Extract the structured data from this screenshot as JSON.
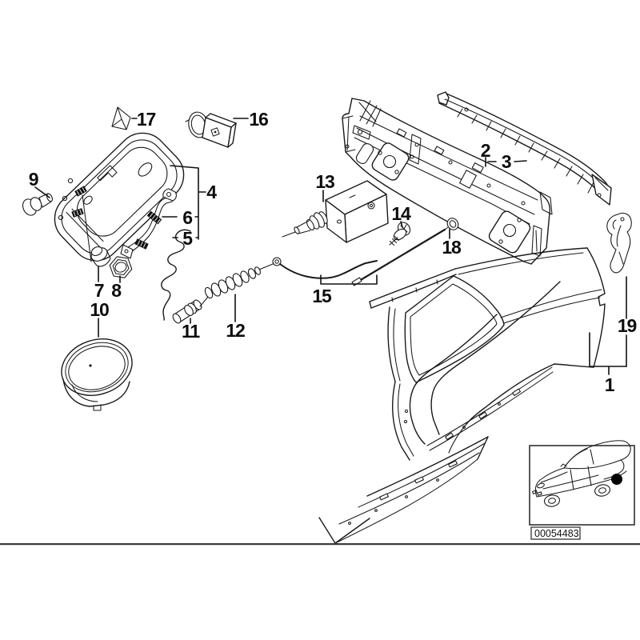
{
  "diagram": {
    "code": "00054483",
    "colors": {
      "line": "#1a1a1a",
      "background": "#ffffff",
      "divider": "#3a3a3a",
      "location_marker": "#000000"
    },
    "callouts": [
      {
        "num": "1"
      },
      {
        "num": "2"
      },
      {
        "num": "3"
      },
      {
        "num": "4"
      },
      {
        "num": "5"
      },
      {
        "num": "6"
      },
      {
        "num": "7"
      },
      {
        "num": "8"
      },
      {
        "num": "9"
      },
      {
        "num": "10"
      },
      {
        "num": "11"
      },
      {
        "num": "12"
      },
      {
        "num": "13"
      },
      {
        "num": "14"
      },
      {
        "num": "15"
      },
      {
        "num": "16"
      },
      {
        "num": "17"
      },
      {
        "num": "18"
      },
      {
        "num": "19"
      }
    ]
  }
}
